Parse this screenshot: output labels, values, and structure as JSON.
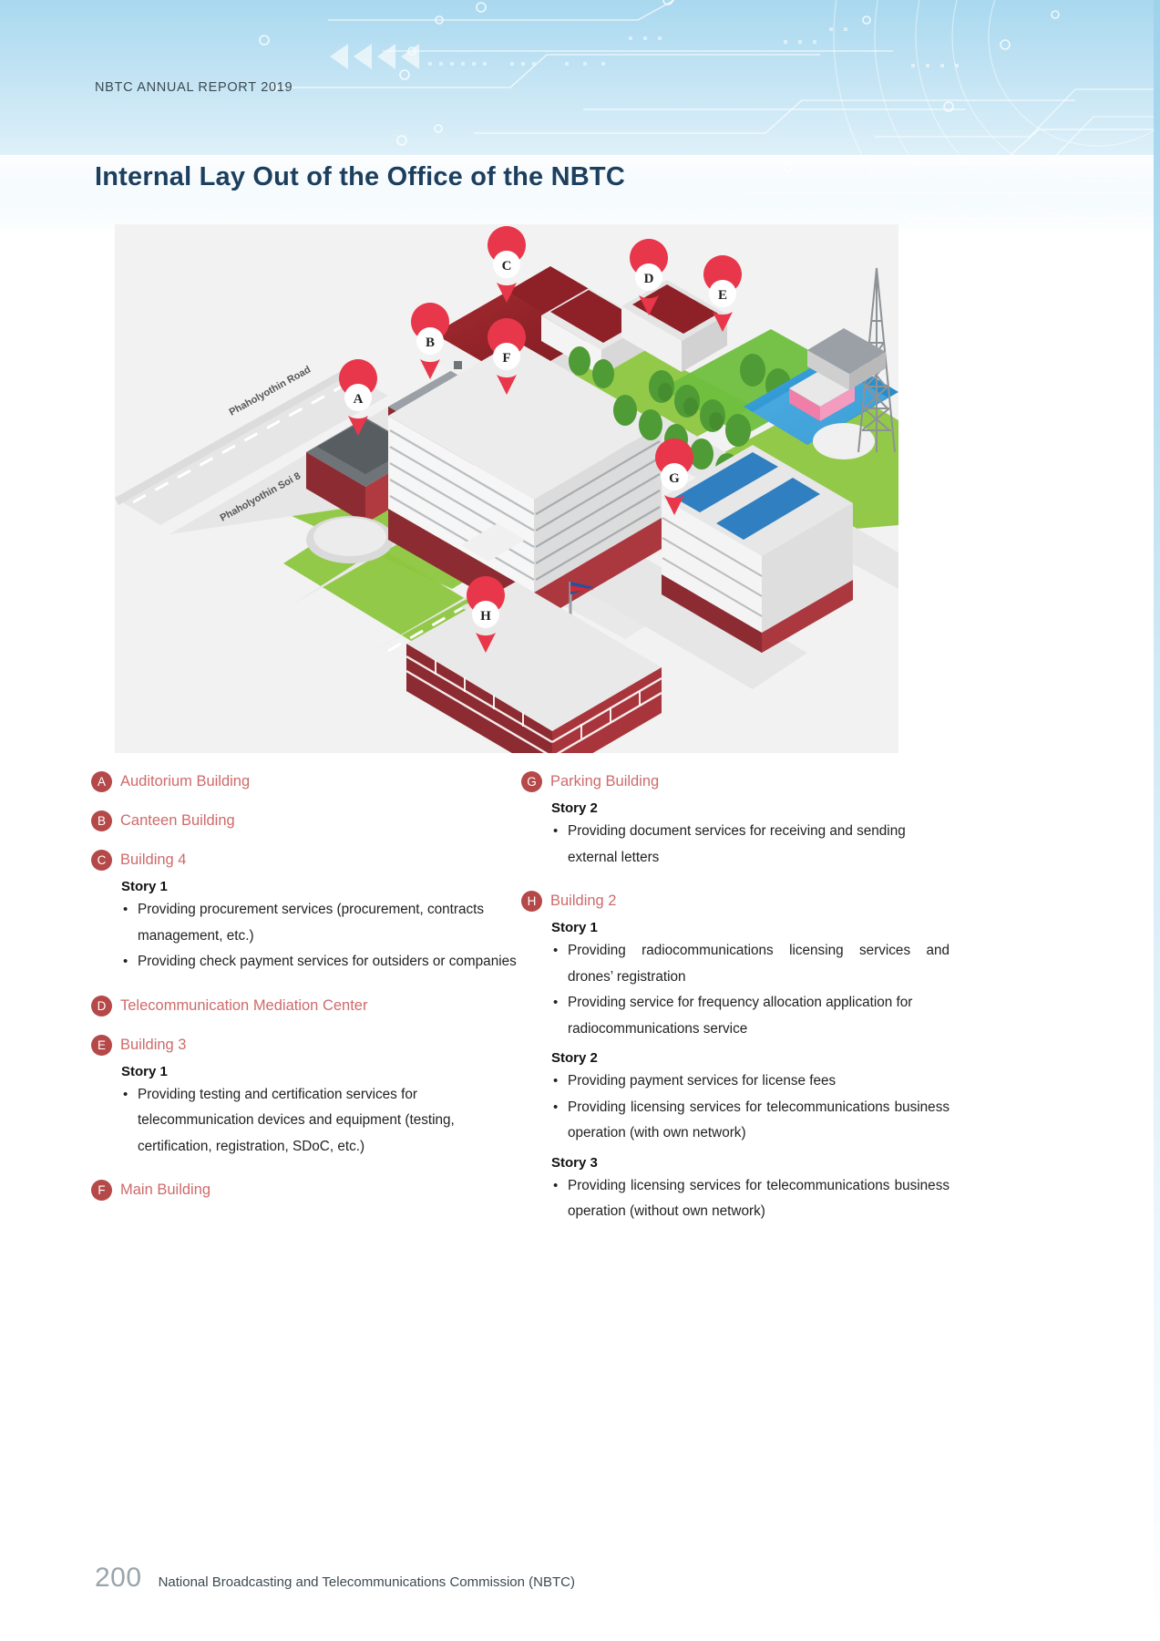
{
  "header": {
    "running_head": "NBTC ANNUAL REPORT 2019",
    "page_heading": "Internal Lay Out of the Office of the NBTC"
  },
  "map": {
    "road_labels": [
      "Phaholyothin Road",
      "Phaholyothin Soi 8"
    ],
    "pin_labels": [
      "A",
      "B",
      "C",
      "D",
      "E",
      "F",
      "G",
      "H"
    ]
  },
  "legend": {
    "left": [
      {
        "badge": "A",
        "title": "Auditorium Building",
        "stories": []
      },
      {
        "badge": "B",
        "title": "Canteen Building",
        "stories": []
      },
      {
        "badge": "C",
        "title": "Building 4",
        "stories": [
          {
            "label": "Story 1",
            "bullets": [
              "Providing procurement services (procurement, contracts management, etc.)",
              "Providing check payment services for outsiders or companies"
            ]
          }
        ]
      },
      {
        "badge": "D",
        "title": "Telecommunication Mediation Center",
        "stories": []
      },
      {
        "badge": "E",
        "title": "Building 3",
        "stories": [
          {
            "label": "Story 1",
            "bullets": [
              "Providing testing and certification services for telecommunication devices and equipment (testing, certification, registration, SDoC, etc.)"
            ]
          }
        ]
      },
      {
        "badge": "F",
        "title": "Main Building",
        "stories": []
      }
    ],
    "right": [
      {
        "badge": "G",
        "title": "Parking Building",
        "stories": [
          {
            "label": "Story 2",
            "bullets": [
              "Providing document services for receiving and sending external letters"
            ]
          }
        ]
      },
      {
        "badge": "H",
        "title": "Building 2",
        "stories": [
          {
            "label": "Story 1",
            "bullets": [
              "Providing radiocommunications licensing services and drones’ registration",
              "Providing service for frequency allocation application for radiocommunications service"
            ]
          },
          {
            "label": "Story 2",
            "bullets": [
              "Providing payment services for license fees",
              "Providing licensing services for telecommunications business operation (with own network)"
            ]
          },
          {
            "label": "Story 3",
            "bullets": [
              "Providing licensing services for telecommunications business operation (without own network)"
            ]
          }
        ]
      }
    ]
  },
  "footer": {
    "page_number": "200",
    "organisation": "National Broadcasting and Telecommunications Commission (NBTC)"
  },
  "colors": {
    "badge": "#b54848",
    "entry_title": "#cf6a6a",
    "heading": "#1d3f5e",
    "header_gradient_top": "#a9d8ef",
    "map_background": "#f2f2f2",
    "folio": "#9aa4ab"
  }
}
